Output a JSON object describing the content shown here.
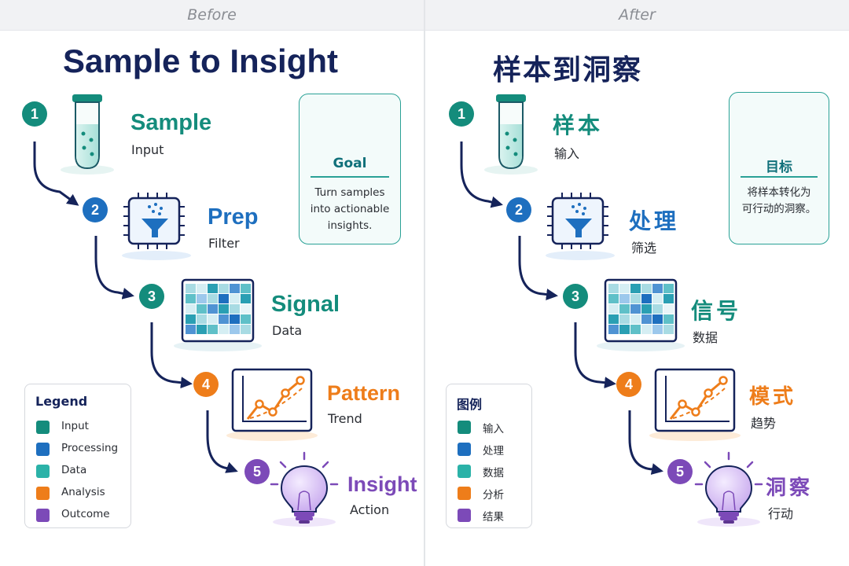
{
  "before_panel": {
    "header": "Before",
    "title": "Sample to Insight",
    "steps": [
      {
        "number": "1",
        "label": "Sample",
        "sub": "Input"
      },
      {
        "number": "2",
        "label": "Prep",
        "sub": "Filter"
      },
      {
        "number": "3",
        "label": "Signal",
        "sub": "Data"
      },
      {
        "number": "4",
        "label": "Pattern",
        "sub": "Trend"
      },
      {
        "number": "5",
        "label": "Insight",
        "sub": "Action"
      }
    ],
    "goal": {
      "title": "Goal",
      "line1": "Turn samples",
      "line2": "into actionable",
      "line3": "insights."
    },
    "legend": {
      "title": "Legend",
      "items": [
        "Input",
        "Processing",
        "Data",
        "Analysis",
        "Outcome"
      ]
    }
  },
  "after_panel": {
    "header": "After",
    "title": "样本到洞察",
    "steps": [
      {
        "number": "1",
        "label": "样本",
        "sub": "输入"
      },
      {
        "number": "2",
        "label": "处理",
        "sub": "筛选"
      },
      {
        "number": "3",
        "label": "信号",
        "sub": "数据"
      },
      {
        "number": "4",
        "label": "模式",
        "sub": "趋势"
      },
      {
        "number": "5",
        "label": "洞察",
        "sub": "行动"
      }
    ],
    "goal": {
      "title": "目标",
      "line1": "将样本转化为",
      "line2": "可行动的洞察。"
    },
    "legend": {
      "title": "图例",
      "items": [
        "输入",
        "处理",
        "数据",
        "分析",
        "结果"
      ]
    }
  },
  "colors": {
    "input": "#148c7c",
    "processing": "#1e6fbf",
    "data": "#2bb2a8",
    "analysis": "#ee7d1a",
    "outcome": "#7c4ab8",
    "navy": "#15235a"
  },
  "icons": [
    "target-icon",
    "test-tube-icon",
    "chip-filter-icon",
    "heatmap-icon",
    "trend-chart-icon",
    "lightbulb-icon"
  ]
}
